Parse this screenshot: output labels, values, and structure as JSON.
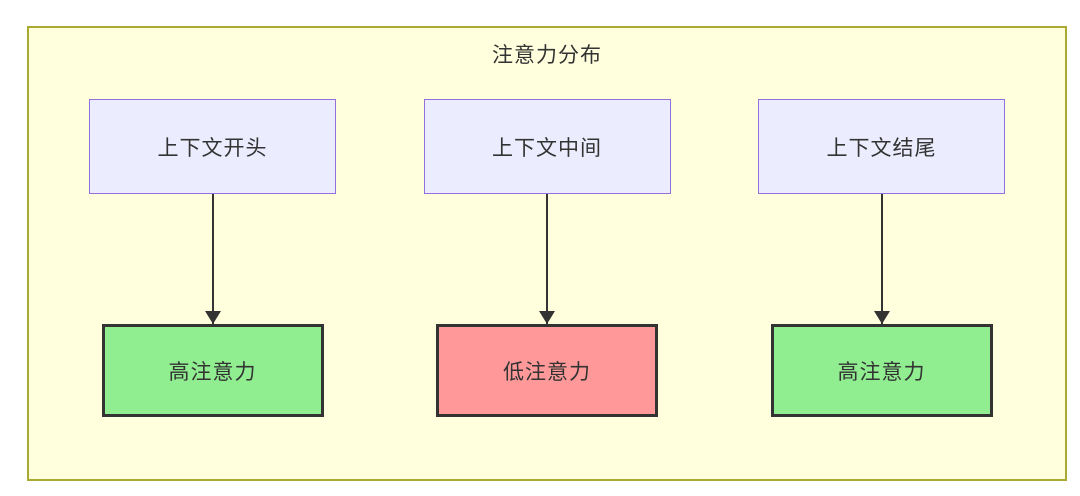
{
  "diagram": {
    "title": "注意力分布",
    "columns": [
      {
        "source": "上下文开头",
        "target": "高注意力",
        "level": "high",
        "target_bg": "#90ee90"
      },
      {
        "source": "上下文中间",
        "target": "低注意力",
        "level": "low",
        "target_bg": "#ff9999"
      },
      {
        "source": "上下文结尾",
        "target": "高注意力",
        "level": "high",
        "target_bg": "#90ee90"
      }
    ],
    "colors": {
      "page_bg": "#ffffff",
      "container_bg": "#ffffde",
      "container_border": "#aaaa33",
      "source_bg": "#ececff",
      "source_border": "#9370db",
      "high_attention_bg": "#90ee90",
      "low_attention_bg": "#ff9999",
      "target_border": "#333333",
      "arrow": "#333333",
      "text": "#333333"
    }
  }
}
